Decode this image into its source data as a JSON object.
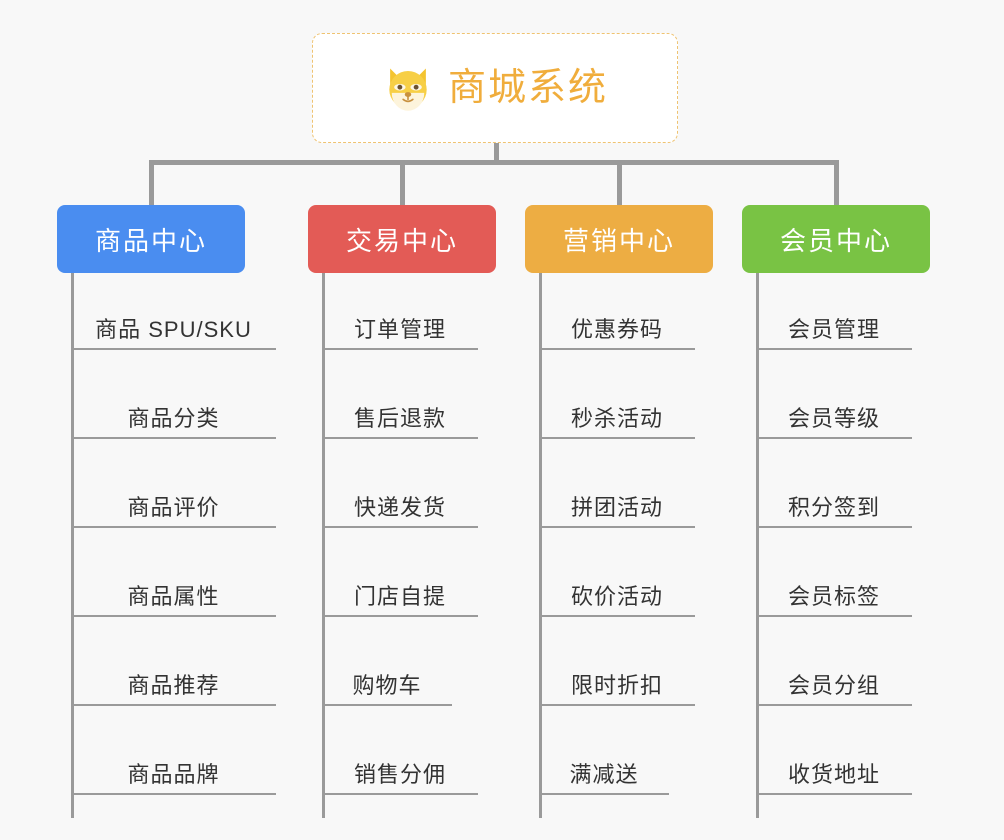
{
  "root": {
    "title": "商城系统",
    "icon": "shiba-dog-icon",
    "title_color": "#f0ad3c",
    "border_color": "#efc371",
    "background": "#ffffff"
  },
  "canvas": {
    "background": "#f8f8f8",
    "connector_color": "#9a9a9a"
  },
  "columns": [
    {
      "category": "商品中心",
      "color": "#4a8df0",
      "items": [
        "商品 SPU/SKU",
        "商品分类",
        "商品评价",
        "商品属性",
        "商品推荐",
        "商品品牌"
      ]
    },
    {
      "category": "交易中心",
      "color": "#e35b56",
      "items": [
        "订单管理",
        "售后退款",
        "快递发货",
        "门店自提",
        "购物车",
        "销售分佣"
      ]
    },
    {
      "category": "营销中心",
      "color": "#edad43",
      "items": [
        "优惠券码",
        "秒杀活动",
        "拼团活动",
        "砍价活动",
        "限时折扣",
        "满减送"
      ]
    },
    {
      "category": "会员中心",
      "color": "#79c344",
      "items": [
        "会员管理",
        "会员等级",
        "积分签到",
        "会员标签",
        "会员分组",
        "收货地址"
      ]
    }
  ]
}
